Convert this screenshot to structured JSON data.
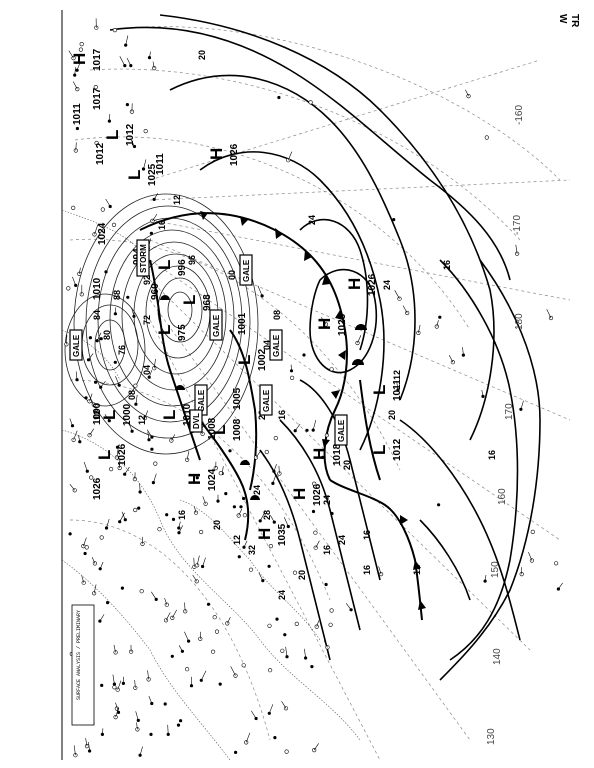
{
  "map": {
    "meridian_labels": [
      {
        "name": "lon-160",
        "text": "-160"
      },
      {
        "name": "lon-170",
        "text": "-170"
      },
      {
        "name": "lon-180",
        "text": "180"
      },
      {
        "name": "lon-170e",
        "text": "170"
      },
      {
        "name": "lon-160e",
        "text": "160"
      },
      {
        "name": "lon-150e",
        "text": "150"
      },
      {
        "name": "lon-140e",
        "text": "140"
      },
      {
        "name": "lon-130e",
        "text": "130"
      }
    ],
    "isobar_labels": [
      "20",
      "16",
      "24",
      "24",
      "12",
      "16",
      "20",
      "24",
      "16",
      "12",
      "08",
      "04",
      "00",
      "96",
      "92",
      "88",
      "84",
      "80",
      "76",
      "72",
      "12",
      "16",
      "20",
      "24",
      "20",
      "16",
      "12",
      "16",
      "20",
      "24",
      "28",
      "32",
      "24",
      "16",
      "12",
      "20",
      "16",
      "12",
      "04",
      "08",
      "12"
    ],
    "pressure_centers": [
      {
        "type": "H",
        "value": "1017"
      },
      {
        "type": "L",
        "value": "1012"
      },
      {
        "type": "H",
        "value": "1026"
      },
      {
        "type": "H",
        "value": "1026"
      },
      {
        "type": "H",
        "value": "1025"
      },
      {
        "type": "L",
        "value": "968"
      },
      {
        "type": "L",
        "value": "996"
      },
      {
        "type": "L",
        "value": "975"
      },
      {
        "type": "L",
        "value": "1010"
      },
      {
        "type": "L",
        "value": "1011"
      },
      {
        "type": "L",
        "value": "1012"
      },
      {
        "type": "H",
        "value": "1018"
      },
      {
        "type": "H",
        "value": "1026"
      },
      {
        "type": "H",
        "value": "1024"
      },
      {
        "type": "H",
        "value": "1035"
      },
      {
        "type": "L",
        "value": "1002"
      },
      {
        "type": "L",
        "value": "1008"
      },
      {
        "type": "L",
        "value": "1000"
      },
      {
        "type": "L",
        "value": "1026"
      },
      {
        "type": "L",
        "value": "1025"
      }
    ],
    "extra_numbers": [
      "1011",
      "1012",
      "1017",
      "1011",
      "1024",
      "994",
      "1010",
      "1001",
      "960",
      "1008",
      "1005",
      "1000",
      "1026"
    ],
    "warnings": [
      "STORM",
      "GALE",
      "GALE",
      "GALE",
      "GALE",
      "GALE",
      "GALE",
      "GALE"
    ],
    "small_labels": [
      "DVL",
      "TR",
      "W"
    ],
    "corner_text_line1": "TR",
    "corner_text_line2": "W",
    "sidebar_strip_label": "SURFACE ANALYSIS / PRELIMINARY",
    "colors": {
      "ink": "#000000",
      "grid": "#8a8a8a",
      "background": "#ffffff"
    }
  }
}
